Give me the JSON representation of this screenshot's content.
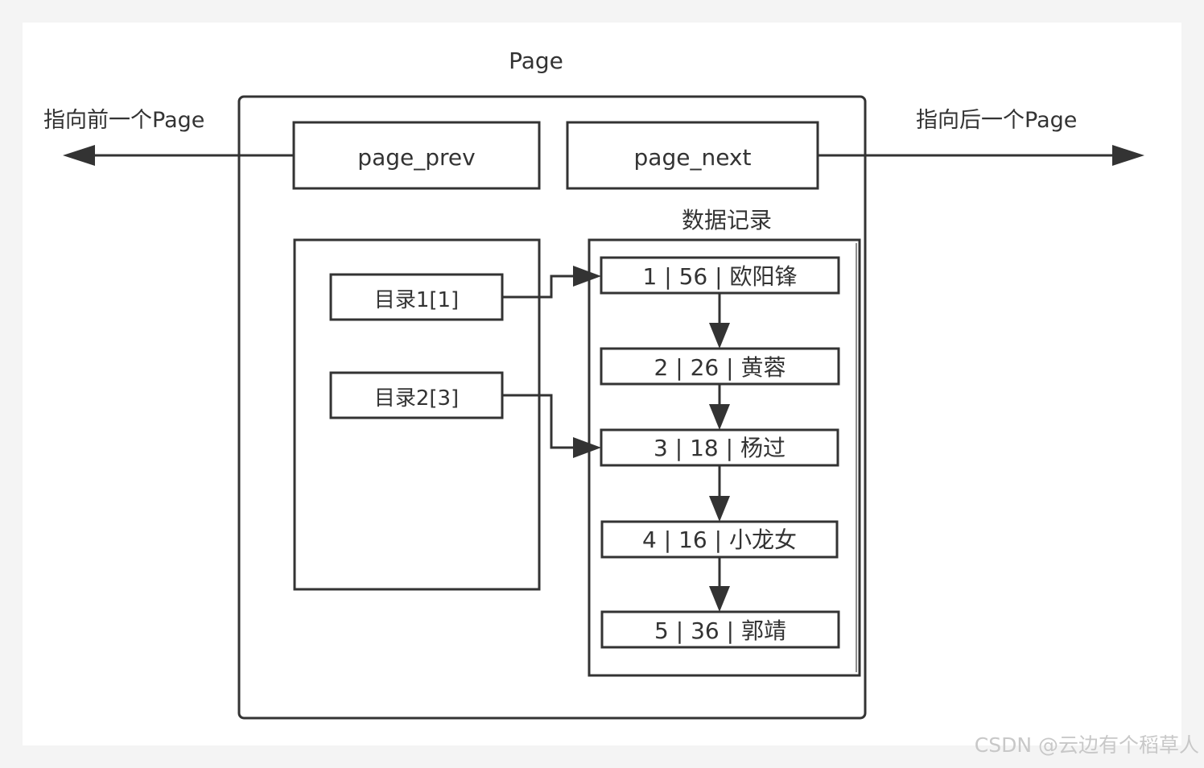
{
  "page_title": "Page",
  "prev_label": "指向前一个Page",
  "next_label": "指向后一个Page",
  "page_prev": "page_prev",
  "page_next": "page_next",
  "records_title": "数据记录",
  "directory": [
    "目录1[1]",
    "目录2[3]"
  ],
  "records": [
    "1 | 56 | 欧阳锋",
    "2 | 26 | 黄蓉",
    "3 | 18 | 杨过",
    "4 | 16 | 小龙女",
    "5 | 36 | 郭靖"
  ],
  "watermark": "CSDN @云边有个稻草人"
}
